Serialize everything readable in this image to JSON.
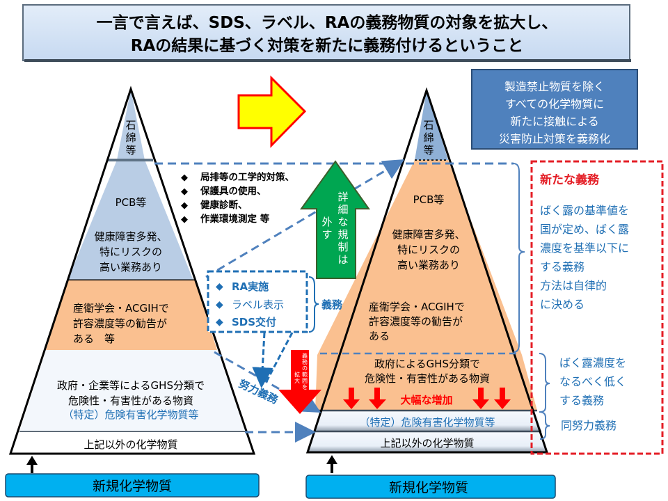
{
  "header": {
    "line1": "一言で言えば、SDS、ラベル、RAの義務物質の対象を拡大し、",
    "line2": "RAの結果に基づく対策を新たに義務付けるということ"
  },
  "left_pyramid": {
    "tier_top": [
      "石",
      "綿",
      "等"
    ],
    "tier_pcb": "PCB等",
    "tier_high_risk": [
      "健康障害多発、",
      "特にリスクの",
      "高い業務あり"
    ],
    "tier_acgih": [
      "産衛学会・ACGIHで",
      "許容濃度等の勧告が",
      "ある　等"
    ],
    "tier_ghs": [
      "政府・企業等によるGHS分類で",
      "危険性・有害性がある物資"
    ],
    "tier_specified": "（特定）危険有害化学物質等",
    "tier_other": "上記以外の化学物質",
    "new_substance": "新規化学物質"
  },
  "right_pyramid": {
    "tier_top": [
      "石",
      "綿",
      "等"
    ],
    "tier_pcb": "PCB等",
    "tier_high_risk": [
      "健康障害多発、",
      "特にリスクの",
      "高い業務あり"
    ],
    "tier_acgih": [
      "産衛学会・ACGIHで",
      "許容濃度等の勧告が",
      "ある"
    ],
    "tier_ghs": [
      "政府によるGHS分類で",
      "危険性・有害性がある物資"
    ],
    "increase_label": "大幅な増加",
    "tier_specified": "（特定）危険有害化学物質等",
    "tier_other": "上記以外の化学物質",
    "new_substance": "新規化学物質"
  },
  "measures_list": [
    "局排等の工学的対策、",
    "保護具の使用、",
    "健康診断、",
    "作業環境測定 等"
  ],
  "obligation_box": {
    "items": [
      "RA実施",
      "ラベル表示",
      "SDS交付"
    ],
    "label": "義務"
  },
  "effort_label": "努力義務",
  "green_arrow": {
    "col1": [
      "詳",
      "細",
      "な",
      "規",
      "制",
      "は"
    ],
    "col2": [
      "外",
      "す"
    ]
  },
  "red_arrow": {
    "col1": [
      "義",
      "務",
      "の",
      "範",
      "囲",
      "を"
    ],
    "col2": [
      "拡",
      "大"
    ]
  },
  "blue_box": [
    "製造禁止物質を除く",
    "すべての化学物質に",
    "新たに接触による",
    "災害防止対策を義務化"
  ],
  "new_obligation": {
    "title": "新たな義務",
    "text1": [
      "ばく露の基準値を",
      "国が定め、ばく露",
      "濃度を基準以下に",
      "する義務",
      "方法は自律的",
      "に決める"
    ],
    "text2": [
      "ばく露濃度を",
      "なるべく低く",
      "する義務"
    ],
    "text3": "同努力義務"
  },
  "colors": {
    "header_fill": "#c6d9f1",
    "tier_blue": "#b9cde5",
    "tier_orange": "#fac090",
    "tier_light": "#eef4fb",
    "new_substance": "#00b0f0",
    "blue_box": "#4f81bd",
    "text_blue": "#1f6fb4",
    "red": "#ff0000",
    "green": "#00a651"
  }
}
